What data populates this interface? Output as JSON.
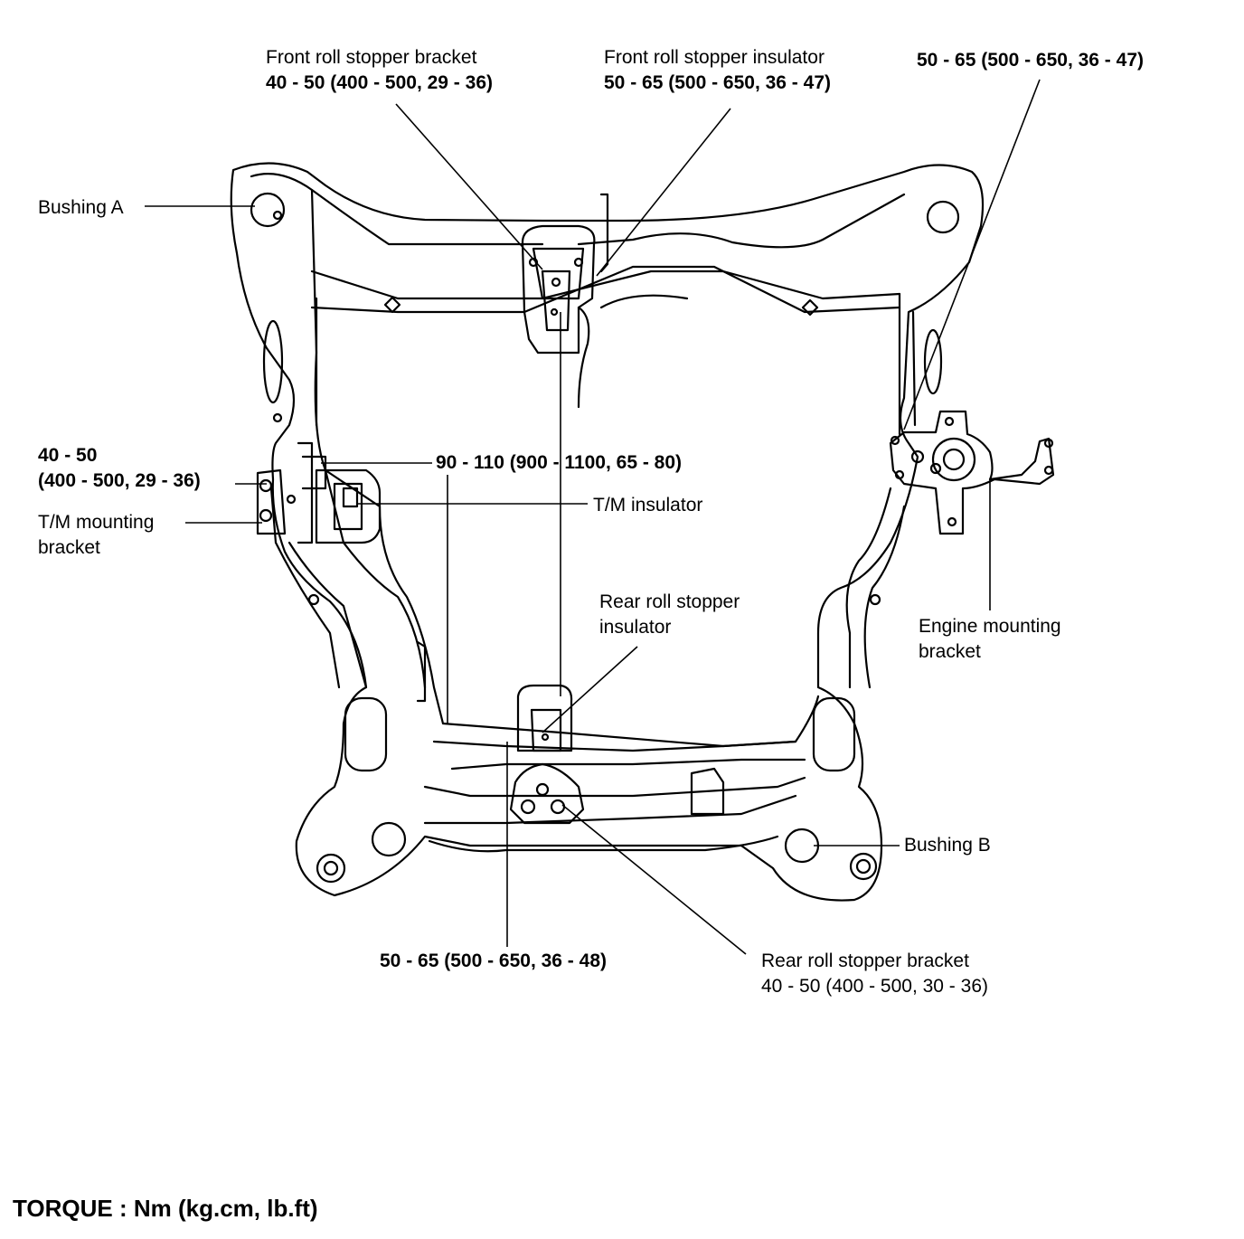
{
  "labels": {
    "front_roll_stopper_bracket": {
      "name": "Front roll stopper bracket",
      "torque": "40 - 50 (400 - 500, 29 - 36)"
    },
    "front_roll_stopper_insulator": {
      "name": "Front roll stopper insulator",
      "torque": "50 - 65 (500 - 650, 36 - 47)"
    },
    "engine_bracket_torque": "50 - 65 (500 - 650, 36 - 47)",
    "bushing_a": "Bushing A",
    "tm_bracket_torque_line1": "40 - 50",
    "tm_bracket_torque_line2": "(400 - 500, 29 - 36)",
    "tm_mounting_bracket_line1": "T/M mounting",
    "tm_mounting_bracket_line2": "bracket",
    "tm_insulator_torque": "90 - 110 (900 - 1100, 65 - 80)",
    "tm_insulator": "T/M insulator",
    "rear_roll_stopper_insulator_line1": "Rear roll stopper",
    "rear_roll_stopper_insulator_line2": "insulator",
    "engine_mounting_bracket_line1": "Engine mounting",
    "engine_mounting_bracket_line2": "bracket",
    "bushing_b": "Bushing B",
    "rear_insulator_torque": "50 - 65 (500 - 650, 36 - 48)",
    "rear_roll_stopper_bracket": {
      "name": "Rear roll stopper bracket",
      "torque": "40 - 50 (400 - 500, 30 - 36)"
    }
  },
  "footer": {
    "torque_units": "TORQUE : Nm (kg.cm, lb.ft)"
  },
  "colors": {
    "ink": "#000000",
    "paper": "#ffffff"
  }
}
